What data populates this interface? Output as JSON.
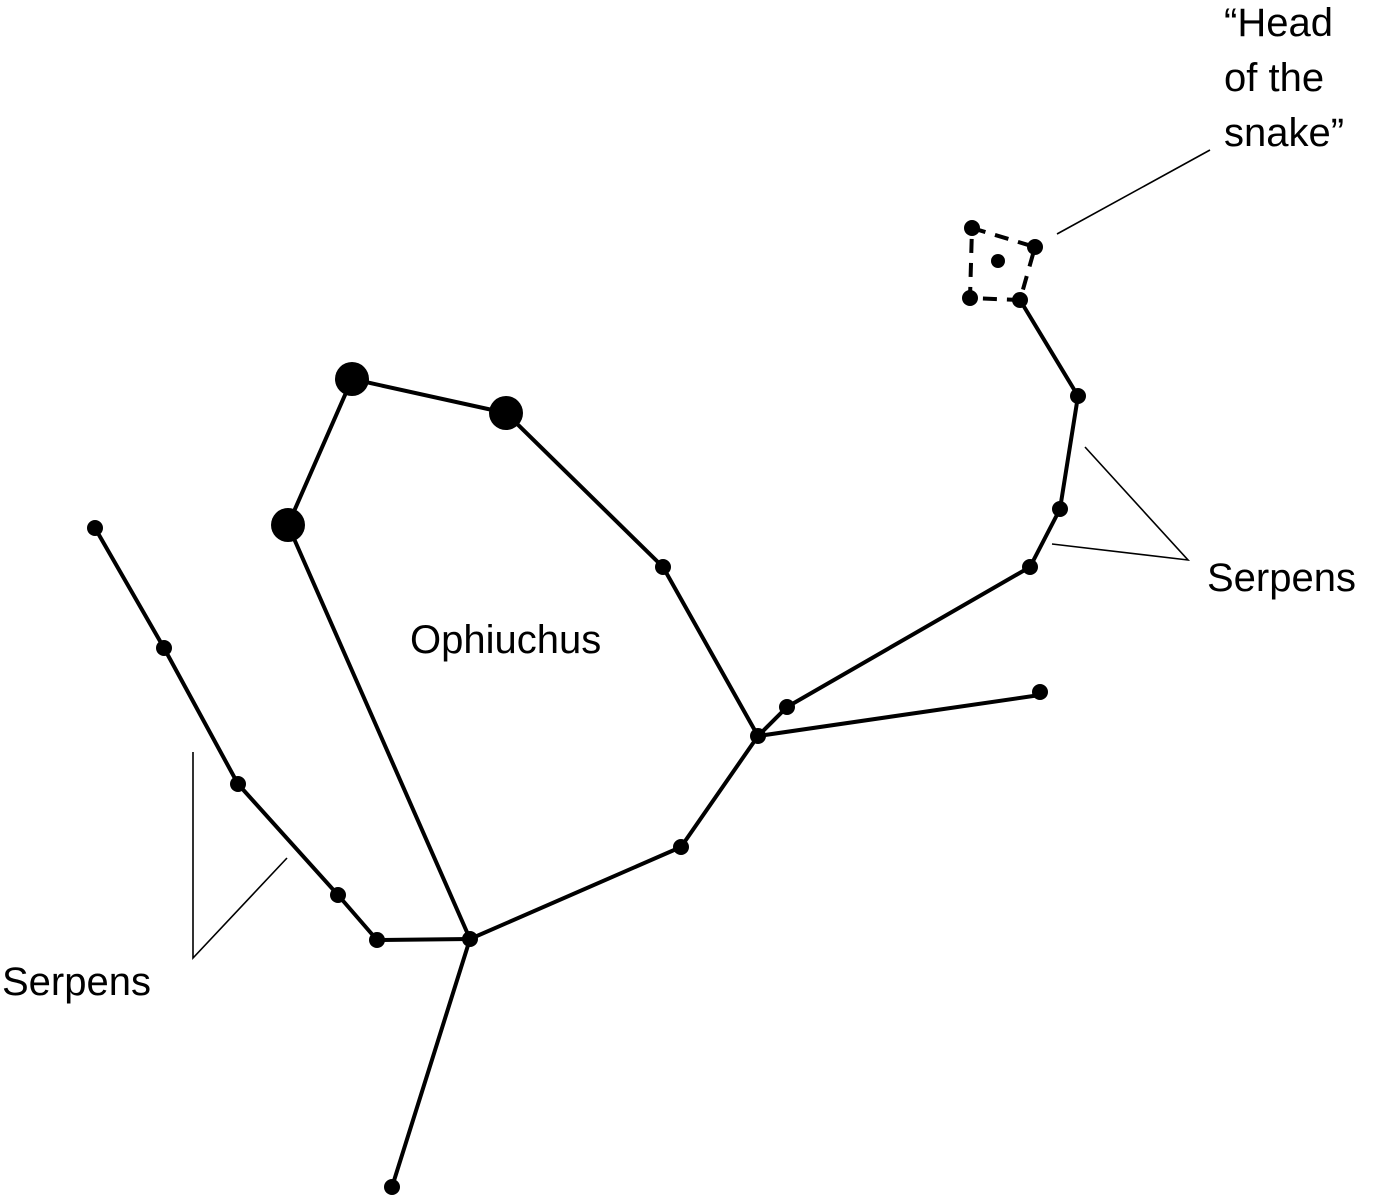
{
  "labels": {
    "head_line1": "“Head",
    "head_line2": "of the",
    "head_line3": "snake”",
    "serpens_right": "Serpens",
    "ophiuchus": "Ophiuchus",
    "serpens_left": "Serpens"
  },
  "colors": {
    "ink": "#000000",
    "background": "#ffffff"
  }
}
